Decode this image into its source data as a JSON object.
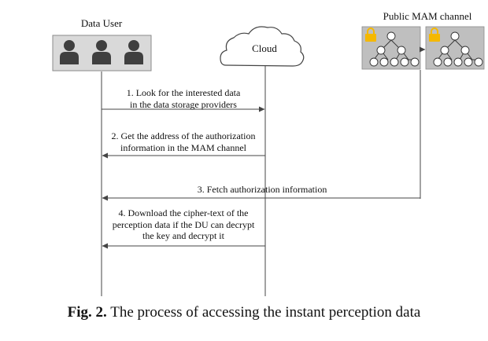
{
  "participants": {
    "data_user": "Data User",
    "cloud": "Cloud",
    "mam_channel": "Public MAM channel"
  },
  "messages": [
    {
      "number": "1.",
      "lines": [
        "1. Look for the interested data",
        "in the data storage providers"
      ],
      "from": "Data User",
      "to": "Cloud"
    },
    {
      "number": "2.",
      "lines": [
        "2. Get the address of the authorization",
        "information in the MAM channel"
      ],
      "from": "Cloud",
      "to": "Data User"
    },
    {
      "number": "3.",
      "lines": [
        "3. Fetch authorization information"
      ],
      "from": "Public MAM channel",
      "to": "Data User"
    },
    {
      "number": "4.",
      "lines": [
        "4. Download the cipher-text of the",
        "perception data if the DU can decrypt",
        "the key and decrypt it"
      ],
      "from": "Cloud",
      "to": "Data User"
    }
  ],
  "caption": {
    "prefix": "Fig. 2.",
    "text": "The process of accessing the instant perception data"
  },
  "colors": {
    "user_box_fill": "#d9d9d9",
    "user_icon": "#3f3f3f",
    "mam_box_fill": "#bfbfbf",
    "lock": "#f5b800",
    "line": "#444444"
  }
}
